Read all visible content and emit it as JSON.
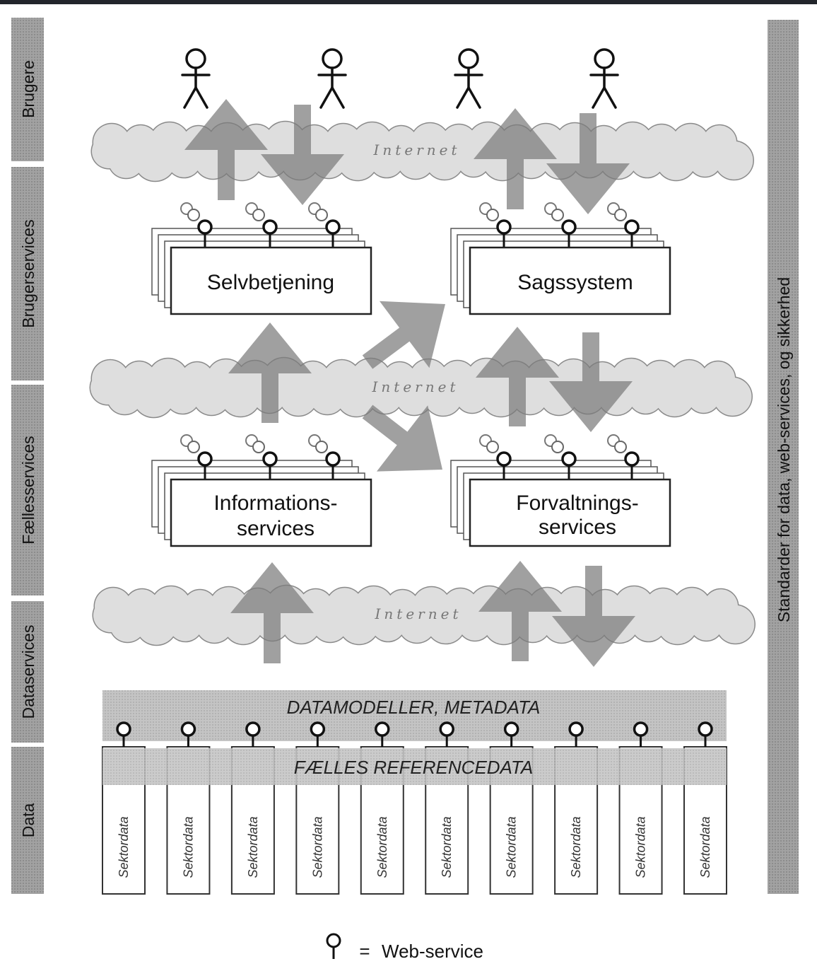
{
  "layers": [
    {
      "label": "Brugere"
    },
    {
      "label": "Brugerservices"
    },
    {
      "label": "Fællesservices"
    },
    {
      "label": "Dataservices"
    },
    {
      "label": "Data"
    }
  ],
  "right_bar_label": "Standarder for data, web-services, og sikkerhed",
  "internet_label": "Internet",
  "boxes": {
    "selvbetjening": [
      "Selvbetjening"
    ],
    "sagssystem": [
      "Sagssystem"
    ],
    "informationsservices": [
      "Informations-",
      "services"
    ],
    "forvaltningsservices": [
      "Forvaltnings-",
      "services"
    ]
  },
  "bands": {
    "datamodeller": "DATAMODELLER, METADATA",
    "referencedata": "FÆLLES REFERENCEDATA"
  },
  "sector_label": "Sektordata",
  "sector_count": 10,
  "legend": {
    "separator": "=",
    "text": "Web-service",
    "icon": "web-service-icon"
  },
  "colors": {
    "layer_bar": "#9a9a9a",
    "cloud": "#dedede",
    "arrow": "#7b7b7b",
    "band": "#bcbcbc"
  }
}
